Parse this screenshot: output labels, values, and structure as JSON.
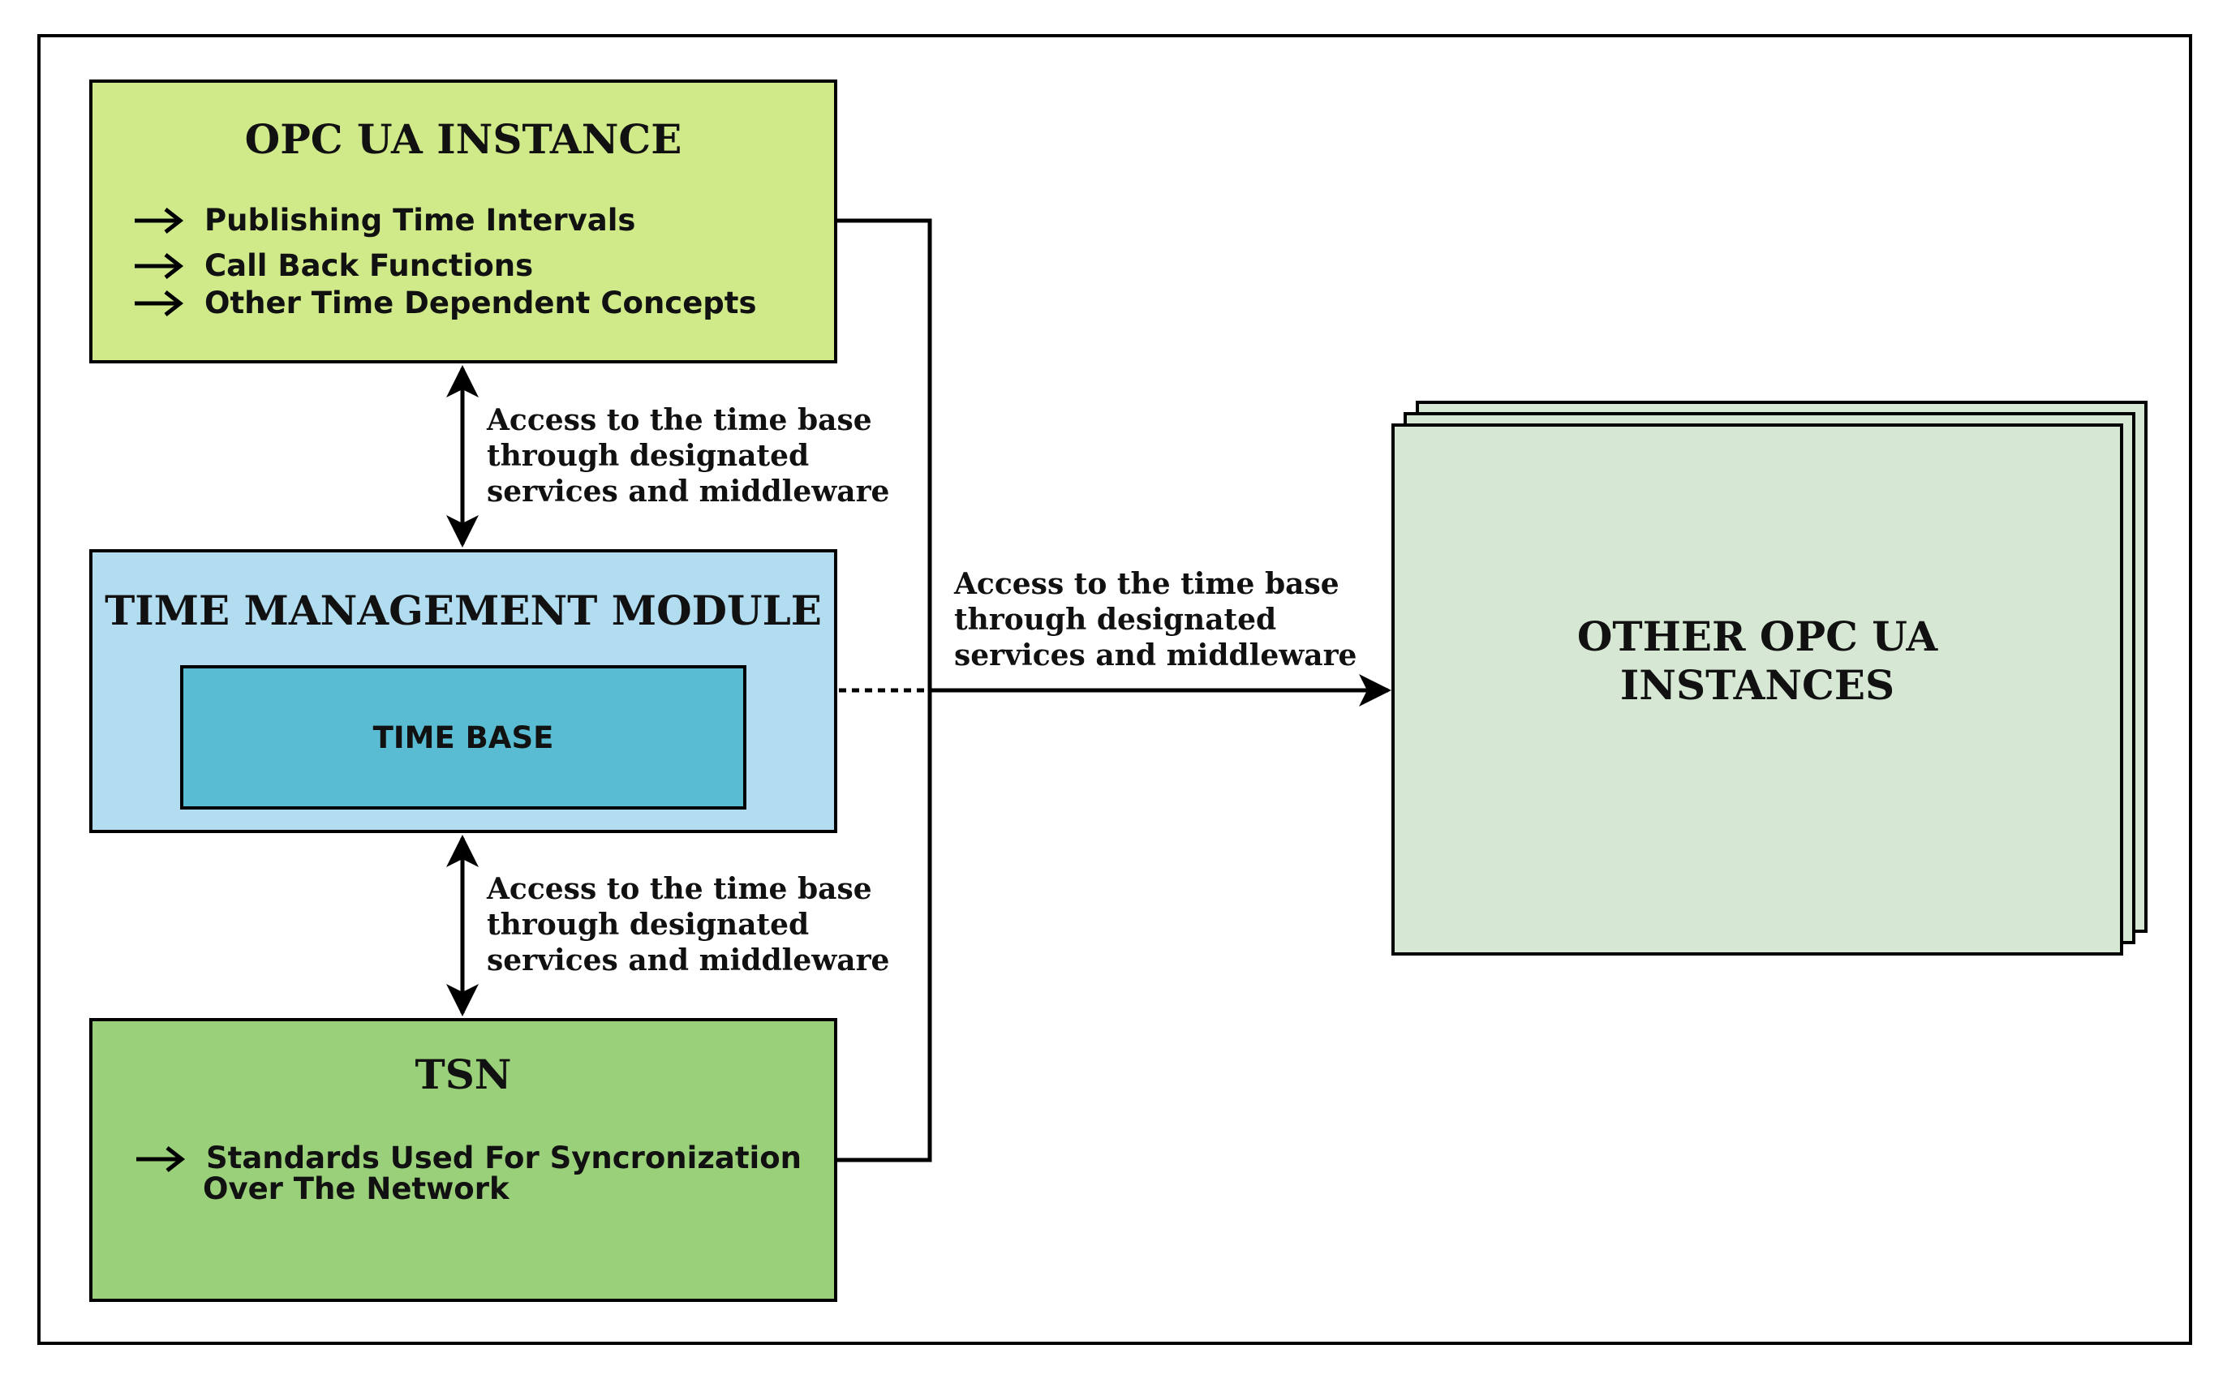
{
  "diagram": {
    "opc_ua_instance": {
      "title": "OPC UA INSTANCE",
      "items": [
        "Publishing Time Intervals",
        "Call Back Functions",
        "Other Time Dependent Concepts"
      ]
    },
    "time_management_module": {
      "title": "TIME MANAGEMENT MODULE",
      "time_base_label": "TIME BASE"
    },
    "tsn": {
      "title": "TSN",
      "item_lines": [
        "Standards Used For Syncronization",
        "Over The Network"
      ]
    },
    "other_instances": {
      "title_lines": [
        "OTHER OPC UA",
        "INSTANCES"
      ]
    },
    "annotations": {
      "top_link": [
        "Access to the time base",
        "through designated",
        "services and middleware"
      ],
      "bottom_link": [
        "Access to the time base",
        "through designated",
        "services and middleware"
      ],
      "right_link": [
        "Access to the time base",
        "through designated",
        "services and middleware"
      ]
    },
    "colors": {
      "opc_ua_instance": "#d0ea8a",
      "time_management_module": "#b2dcf0",
      "time_base": "#5abcd2",
      "tsn": "#9bd07a",
      "other_instances": "#d6e8d4"
    }
  }
}
